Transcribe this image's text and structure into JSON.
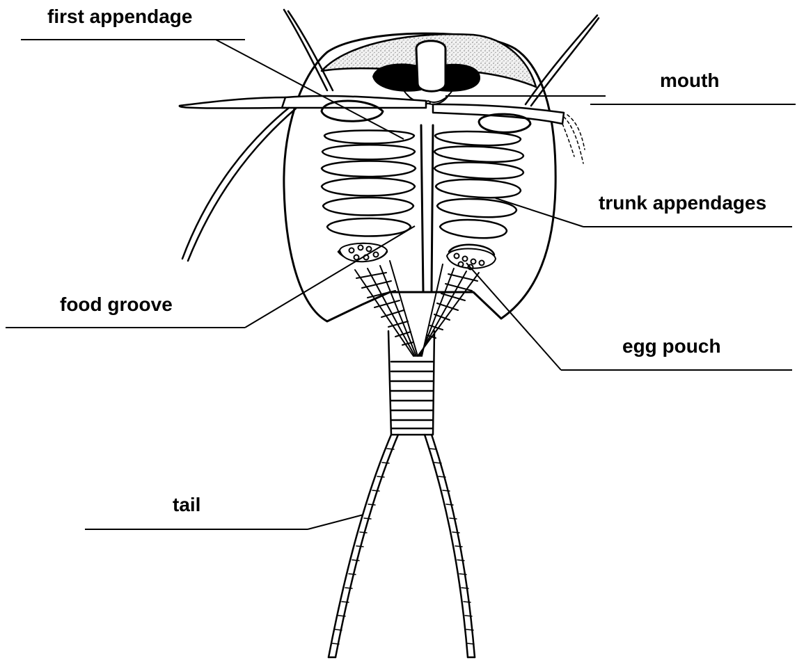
{
  "labels": {
    "first_appendage": "first appendage",
    "mouth": "mouth",
    "trunk_appendages": "trunk appendages",
    "food_groove": "food groove",
    "egg_pouch": "egg pouch",
    "tail": "tail"
  },
  "colors": {
    "ink": "#000000",
    "background": "#ffffff",
    "carapace_stipple": "#dcdcdc"
  }
}
